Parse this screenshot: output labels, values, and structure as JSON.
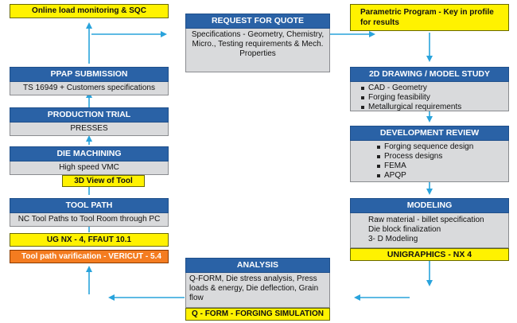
{
  "colors": {
    "header": "#2a62a6",
    "body": "#d9dadc",
    "highlight": "#fff200",
    "orange": "#f47c20",
    "arrow": "#29a3dc"
  },
  "online": "Online load monitoring & SQC",
  "rfq": {
    "title": "REQUEST FOR QUOTE",
    "text": "Specifications - Geometry, Chemistry, Micro., Testing requirements & Mech. Properties"
  },
  "parametric": "Parametric Program - Key in profile for results",
  "ppap": {
    "title": "PPAP SUBMISSION",
    "text": "TS 16949 + Customers specifications"
  },
  "drawing": {
    "title": "2D DRAWING / MODEL STUDY",
    "items": [
      "CAD - Geometry",
      "Forging feasibility",
      "Metallurgical requirements"
    ]
  },
  "trial": {
    "title": "PRODUCTION TRIAL",
    "text": "PRESSES"
  },
  "dev": {
    "title": "DEVELOPMENT REVIEW",
    "items": [
      "Forging sequence design",
      "Process designs",
      "FEMA",
      "APQP"
    ]
  },
  "die": {
    "title": "DIE MACHINING",
    "text": "High speed VMC"
  },
  "view3d": "3D View of Tool",
  "toolpath": {
    "title": "TOOL PATH",
    "text": "NC Tool Paths to Tool Room through PC"
  },
  "modeling": {
    "title": "MODELING",
    "lines": [
      "Raw material - billet specification",
      "Die block finalization",
      "3- D Modeling"
    ],
    "software": "UNIGRAPHICS - NX 4"
  },
  "ugnx": "UG NX - 4, FFAUT 10.1",
  "vericut": "Tool path varification - VERICUT - 5.4",
  "analysis": {
    "title": "ANALYSIS",
    "text": "Q-FORM, Die stress analysis, Press loads & energy, Die deflection, Grain flow",
    "software": "Q - FORM - FORGING SIMULATION"
  }
}
